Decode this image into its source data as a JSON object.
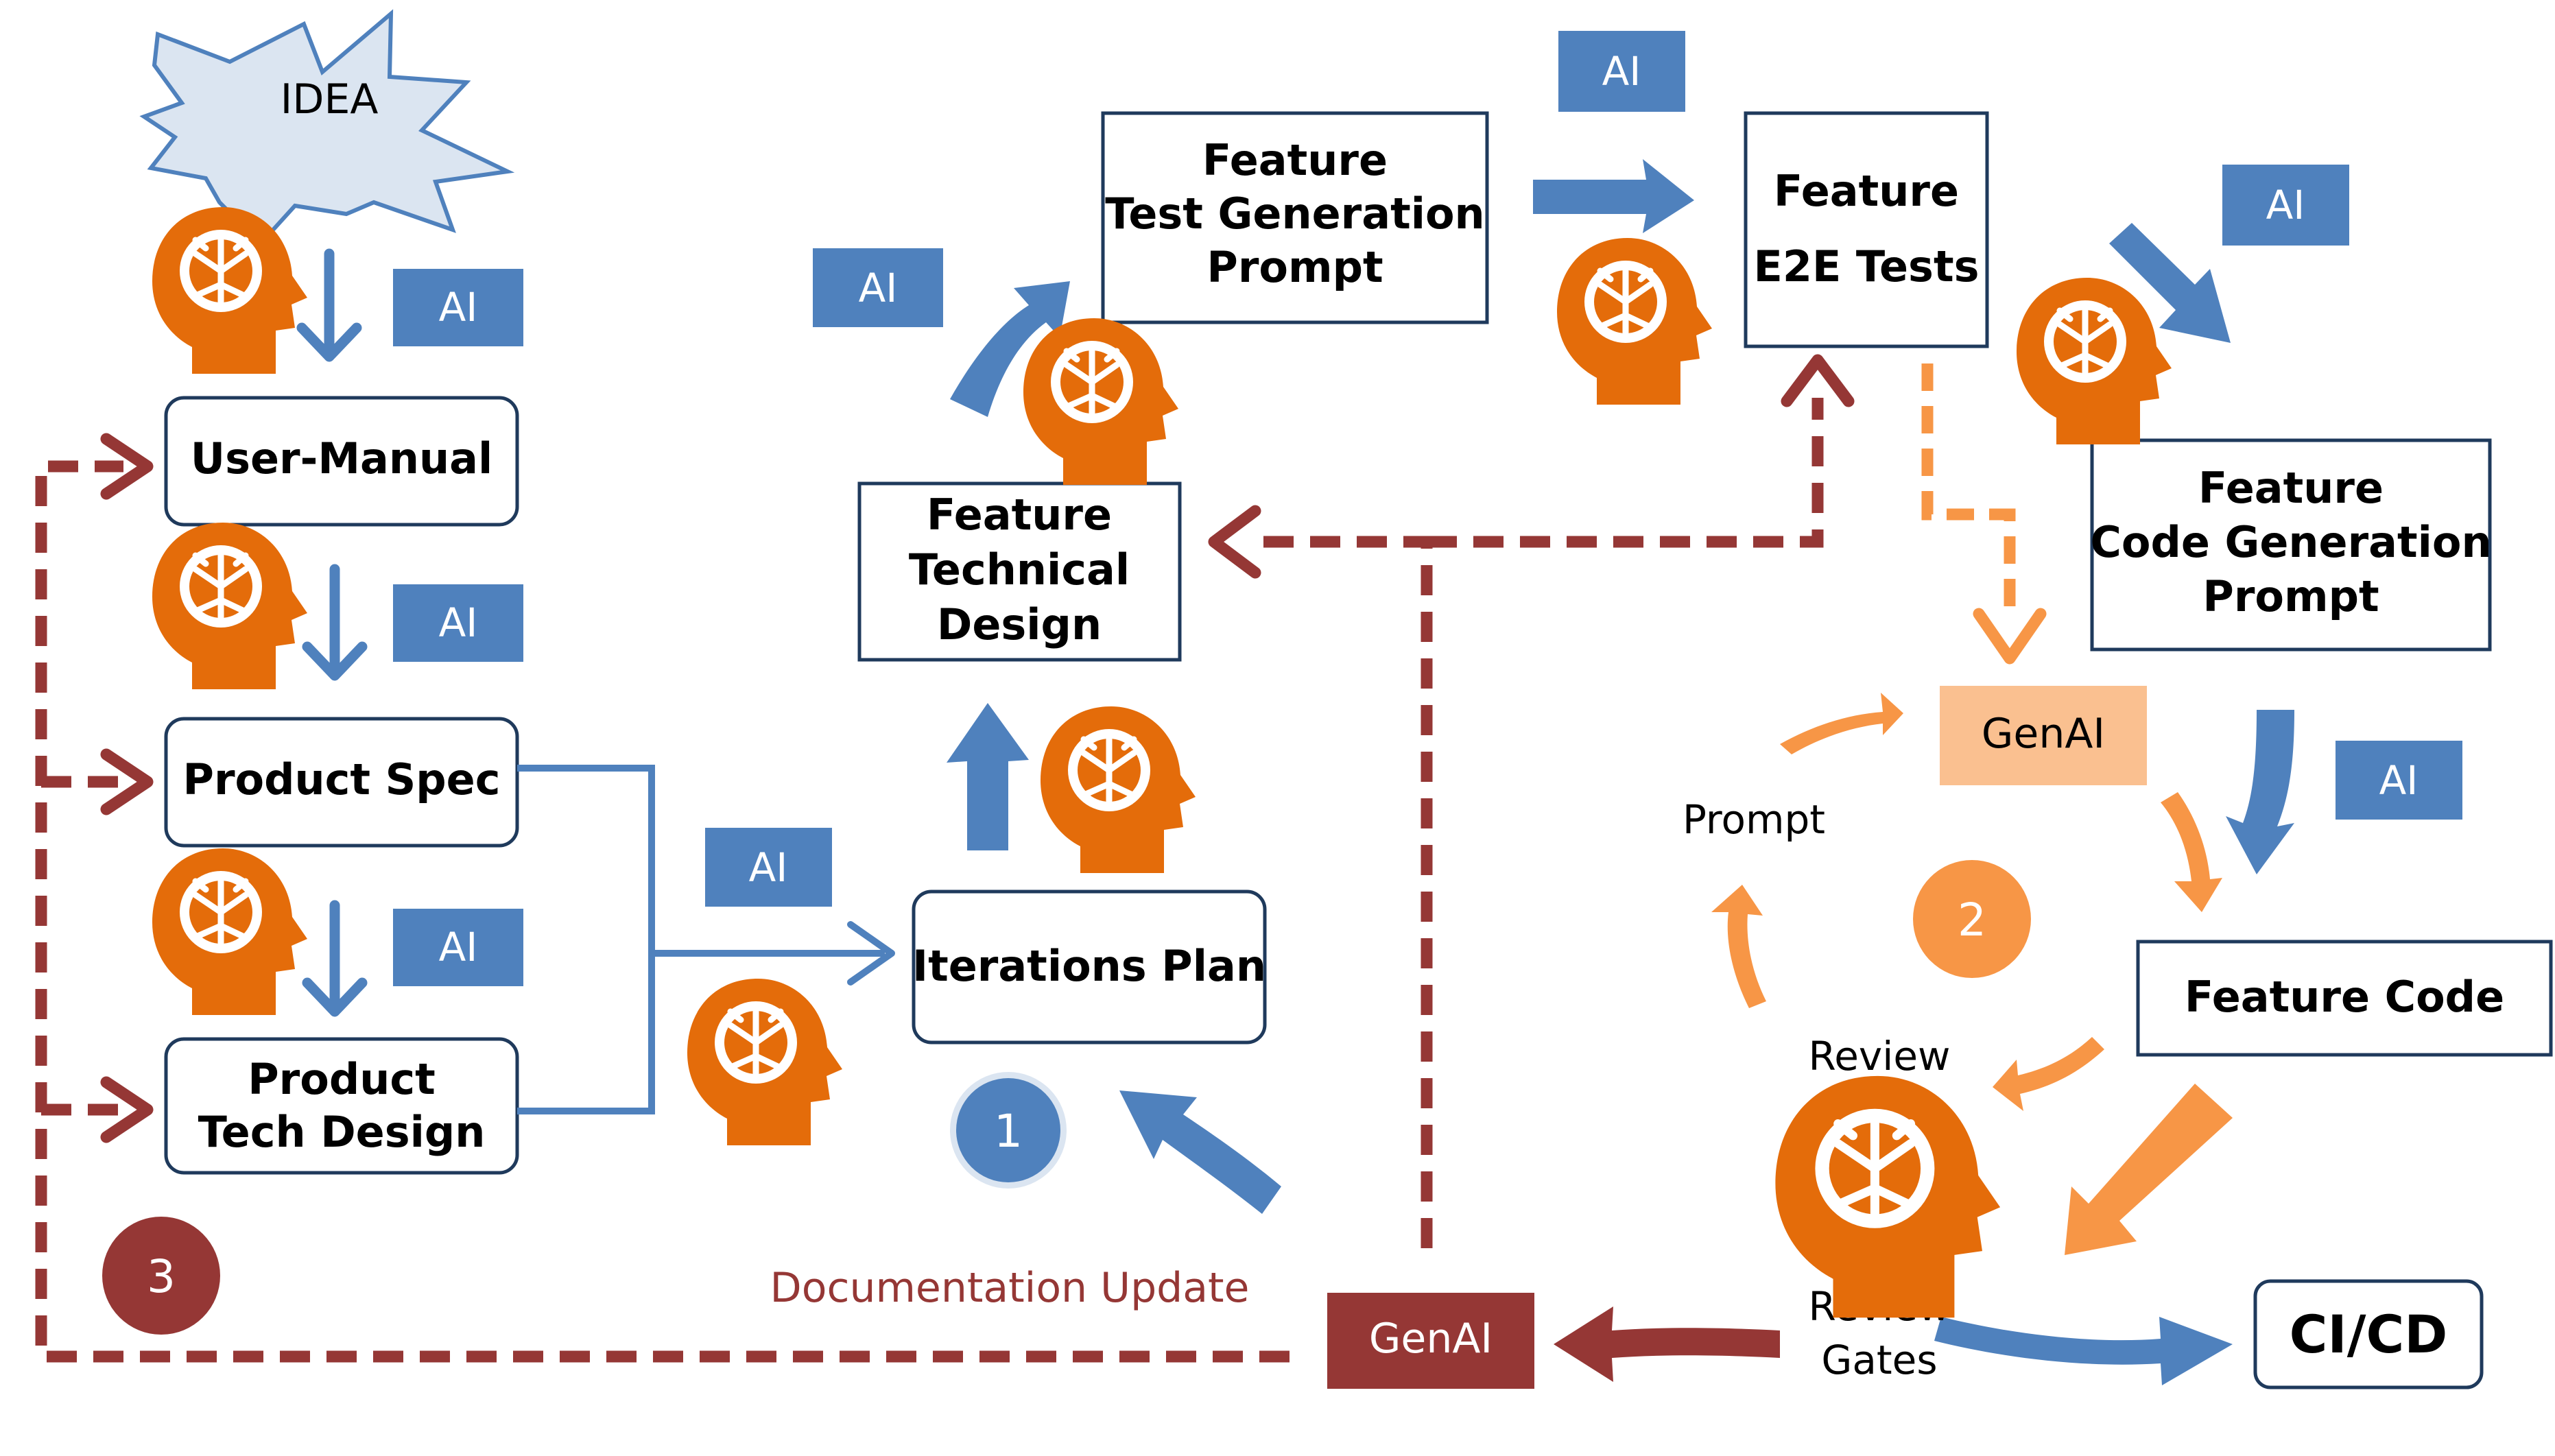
{
  "idea": "IDEA",
  "ai_label": "AI",
  "boxes": {
    "user_manual": "User-Manual",
    "product_spec": "Product Spec",
    "product_tech_design": [
      "Product",
      "Tech Design"
    ],
    "iterations_plan": "Iterations Plan",
    "feature_technical_design": [
      "Feature",
      "Technical",
      "Design"
    ],
    "feature_test_generation_prompt": [
      "Feature",
      "Test Generation",
      "Prompt"
    ],
    "feature_e2e_tests": [
      "Feature",
      "E2E Tests"
    ],
    "feature_code_generation_prompt": [
      "Feature",
      "Code Generation",
      "Prompt"
    ],
    "feature_code": "Feature Code",
    "ci_cd": "CI/CD"
  },
  "genai_label": "GenAI",
  "loop_labels": {
    "prompt": "Prompt",
    "review": "Review",
    "review_gates": [
      "Review",
      "Gates"
    ],
    "documentation_update": "Documentation Update"
  },
  "loop_numbers": [
    "1",
    "2",
    "3"
  ],
  "colors": {
    "blue": "#4f81bd",
    "orange": "#f79646",
    "orange_dark": "#e46c0a",
    "dark_red": "#953735",
    "genai_light": "#fac090",
    "box_border": "#1f3a5c",
    "burst_fill": "#dbe5f1"
  },
  "icons": [
    "brain-head-icon",
    "starburst-icon"
  ]
}
